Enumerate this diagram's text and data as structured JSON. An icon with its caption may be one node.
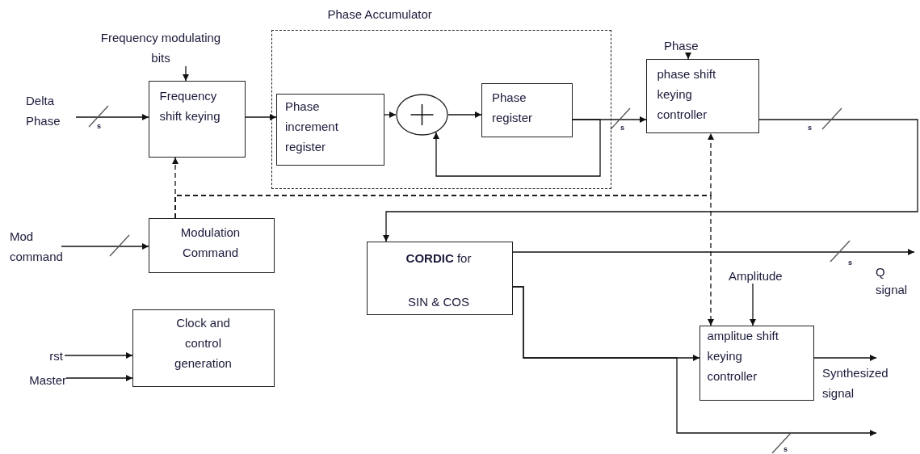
{
  "diagram": {
    "nodes": [
      {
        "text": [
          "Frequency shift keying"
        ]
      },
      {
        "text": [
          "Phase Accumulator"
        ]
      },
      {
        "text": [
          "Phase increment register"
        ],
        "in": 1
      },
      {
        "text": [],
        "shape": "circle",
        "in": 1
      },
      {
        "text": [
          "Phase register"
        ],
        "in": 1
      },
      {
        "text": [
          "phase shift keying controller"
        ]
      },
      {
        "text": [
          "Modulation Command"
        ]
      },
      {
        "text": [
          "Clock and control generation"
        ]
      },
      {
        "text": [
          "**CORDIC** for",
          "SIN & COS"
        ]
      },
      {
        "text": [
          "amplitue shift keying controller"
        ]
      },
      {
        "text": [
          "Frequency modulating bits"
        ]
      },
      {
        "text": [
          "Delta Phase"
        ]
      },
      {
        "text": [
          "Phase"
        ]
      },
      {
        "text": [
          "Mod command"
        ]
      },
      {
        "text": [
          "rst"
        ]
      },
      {
        "text": [
          "Master"
        ]
      },
      {
        "text": [
          "Amplitude"
        ]
      },
      {
        "text": [
          "Synthesized signal"
        ]
      }
    ],
    "edges": [
      {
        "from": 10,
        "to": 0,
        "arrow": "to"
      },
      {
        "from": 11,
        "to": 0,
        "arrow": "to"
      },
      {
        "from": 0,
        "to": 2,
        "arrow": "to"
      },
      {
        "from": 2,
        "to": 3,
        "arrow": "to"
      },
      {
        "from": 3,
        "to": 4,
        "arrow": "to"
      },
      {
        "from": 4,
        "to": 5,
        "arrow": "to"
      },
      {
        "from": 4,
        "to": 3,
        "arrow": "to"
      },
      {
        "from": 12,
        "to": 5,
        "arrow": "to"
      },
      {
        "from": 6,
        "to": 0,
        "arrow": "to",
        "style": "dashed"
      },
      {
        "from": 6,
        "to": 5,
        "arrow": "to",
        "style": "dashed"
      },
      {
        "from": 6,
        "to": 9,
        "arrow": "to",
        "style": "dashed"
      },
      {
        "from": 13,
        "to": 6,
        "arrow": "to"
      },
      {
        "from": 14,
        "to": 7,
        "arrow": "to"
      },
      {
        "from": 15,
        "to": 7,
        "arrow": "to"
      },
      {
        "from": 5,
        "to": 8,
        "arrow": "to"
      },
      {
        "from": 8,
        "to": null,
        "arrow": "to"
      },
      {
        "from": 16,
        "to": 9,
        "arrow": "to"
      },
      {
        "from": 8,
        "to": 9,
        "arrow": "to"
      },
      {
        "from": 8,
        "to": null,
        "arrow": "to"
      },
      {
        "from": 9,
        "to": 17,
        "arrow": "to"
      }
    ],
    "labels": [
      "s",
      "s",
      "s",
      "s",
      "s",
      "Q signal"
    ]
  }
}
